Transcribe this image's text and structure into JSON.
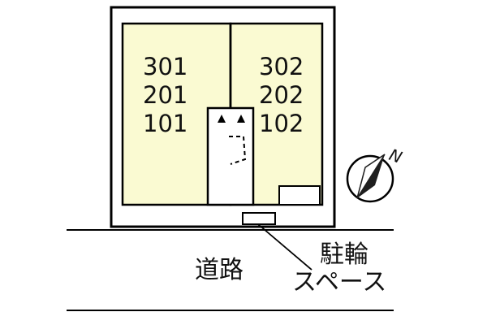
{
  "site_plan": {
    "left_units": [
      "301",
      "201",
      "101"
    ],
    "right_units": [
      "302",
      "202",
      "102"
    ],
    "road_label": "道路",
    "bike_label_line1": "駐輪",
    "bike_label_line2": "スペース",
    "compass_letter": "N"
  },
  "colors": {
    "building_fill": "#fafad2",
    "outline": "#000000",
    "site_background": "#ffffff",
    "compass_needle": "#1e1e1e"
  }
}
